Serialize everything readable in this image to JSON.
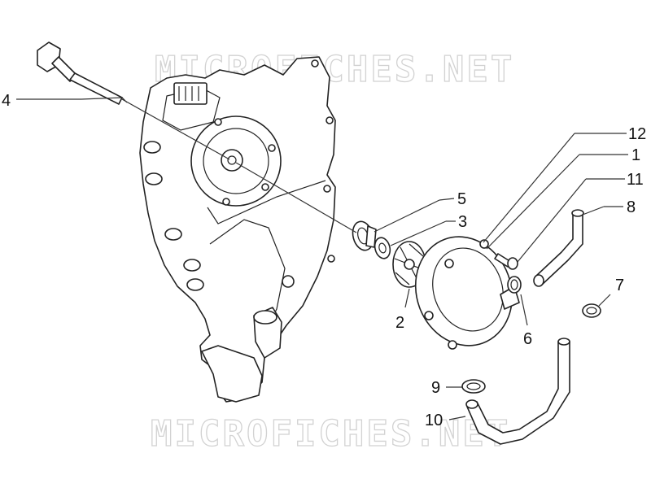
{
  "watermark": {
    "text": "MICROFICHES.NET"
  },
  "callouts": [
    {
      "id": "4",
      "label": "4"
    },
    {
      "id": "12",
      "label": "12"
    },
    {
      "id": "1",
      "label": "1"
    },
    {
      "id": "11",
      "label": "11"
    },
    {
      "id": "5",
      "label": "5"
    },
    {
      "id": "8",
      "label": "8"
    },
    {
      "id": "3",
      "label": "3"
    },
    {
      "id": "7",
      "label": "7"
    },
    {
      "id": "2",
      "label": "2"
    },
    {
      "id": "6",
      "label": "6"
    },
    {
      "id": "9",
      "label": "9"
    },
    {
      "id": "10",
      "label": "10"
    }
  ],
  "colors": {
    "line": "#222222",
    "watermark": "#d2d2d2",
    "background": "#ffffff"
  }
}
